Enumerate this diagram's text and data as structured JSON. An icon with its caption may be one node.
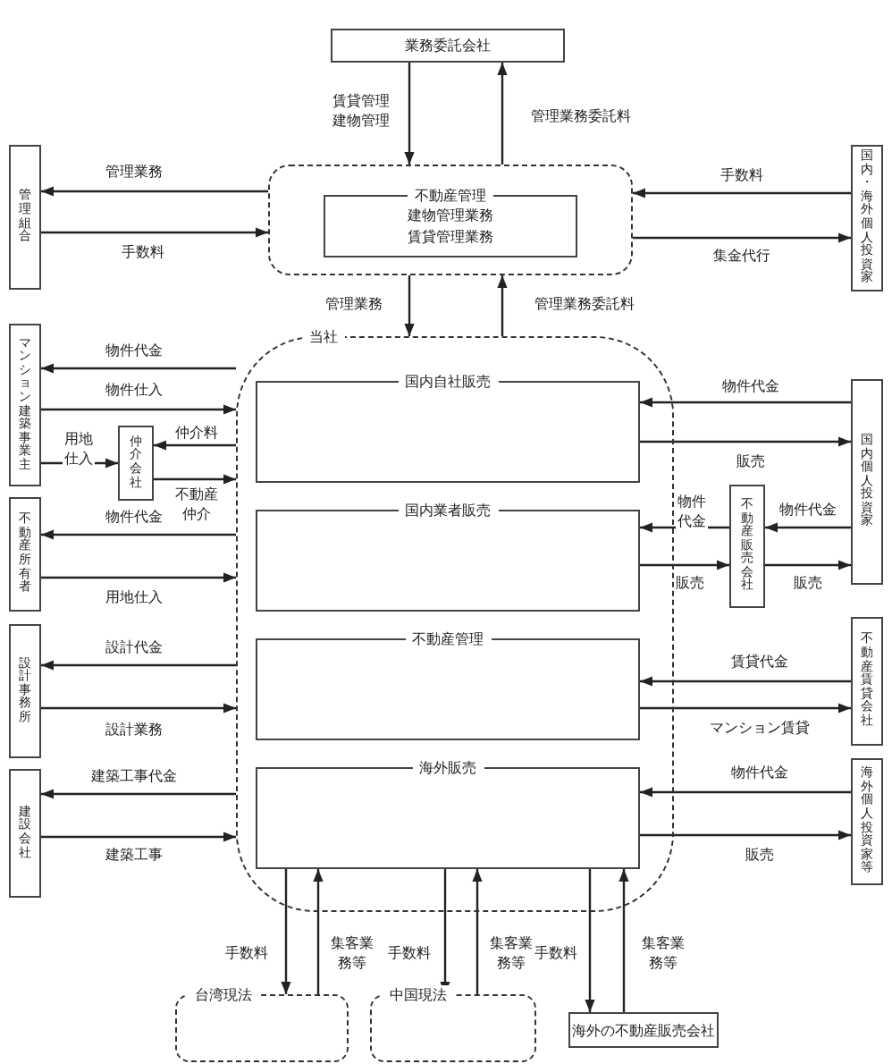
{
  "diagram": {
    "nodes": [
      {
        "text": [
          "業務委託会社"
        ]
      },
      {
        "text": [],
        "shape": "box"
      },
      {
        "text": [
          "不動産管理",
          "建物管理業務賃貸管理業務"
        ],
        "in": 1
      },
      {
        "text": [
          "管理組合"
        ]
      },
      {
        "text": [
          "国内・海外個人投資家"
        ]
      },
      {
        "text": [
          "当社"
        ]
      },
      {
        "text": [
          "国内自社販売"
        ],
        "in": 5
      },
      {
        "text": [
          "国内業者販売"
        ],
        "in": 5
      },
      {
        "text": [
          "不動産管理"
        ],
        "in": 5
      },
      {
        "text": [
          "海外販売"
        ],
        "in": 5
      },
      {
        "text": [
          "マンション建築事業主"
        ]
      },
      {
        "text": [
          "仲介会社"
        ]
      },
      {
        "text": [
          "不動産所有者"
        ]
      },
      {
        "text": [
          "設計事務所"
        ]
      },
      {
        "text": [
          "建設会社"
        ]
      },
      {
        "text": [
          "国内個人投資家"
        ]
      },
      {
        "text": [
          "不動産販売会社"
        ]
      },
      {
        "text": [
          "不動産賃貸会社"
        ]
      },
      {
        "text": [
          "海外個人投資家等"
        ]
      },
      {
        "text": [
          "台湾現法"
        ]
      },
      {
        "text": [
          "中国現法"
        ]
      },
      {
        "text": [
          "海外の不動産販売会社"
        ]
      }
    ],
    "edges": [
      {
        "from": 0,
        "to": 1,
        "arrow": "to",
        "label": "賃貸管理建物管理"
      },
      {
        "from": 1,
        "to": 0,
        "arrow": "to",
        "label": "管理業務委託料"
      },
      {
        "from": 1,
        "to": 3,
        "arrow": "to",
        "label": "管理業務"
      },
      {
        "from": 3,
        "to": 1,
        "arrow": "to",
        "label": "手数料"
      },
      {
        "from": 4,
        "to": 1,
        "arrow": "to",
        "label": "手数料"
      },
      {
        "from": 1,
        "to": 4,
        "arrow": "to",
        "label": "集金代行"
      },
      {
        "from": 1,
        "to": 5,
        "arrow": "to",
        "label": "管理業務"
      },
      {
        "from": 5,
        "to": 1,
        "arrow": "to",
        "label": "管理業務委託料"
      },
      {
        "from": 5,
        "to": 10,
        "arrow": "to",
        "label": "物件代金"
      },
      {
        "from": 10,
        "to": 5,
        "arrow": "to",
        "label": "物件仕入"
      },
      {
        "from": 10,
        "to": 11,
        "arrow": "to",
        "label": "用地仕入"
      },
      {
        "from": 5,
        "to": 11,
        "arrow": "to",
        "label": "仲介料"
      },
      {
        "from": 11,
        "to": 5,
        "arrow": "to",
        "label": "不動産仲介"
      },
      {
        "from": 5,
        "to": 12,
        "arrow": "to",
        "label": "物件代金"
      },
      {
        "from": 12,
        "to": 5,
        "arrow": "to",
        "label": "用地仕入"
      },
      {
        "from": 5,
        "to": 13,
        "arrow": "to",
        "label": "設計代金"
      },
      {
        "from": 13,
        "to": 5,
        "arrow": "to",
        "label": "設計業務"
      },
      {
        "from": 5,
        "to": 14,
        "arrow": "to",
        "label": "建築工事代金"
      },
      {
        "from": 14,
        "to": 5,
        "arrow": "to",
        "label": "建築工事"
      },
      {
        "from": 15,
        "to": 6,
        "arrow": "to",
        "label": "物件代金"
      },
      {
        "from": 6,
        "to": 15,
        "arrow": "to",
        "label": "販売"
      },
      {
        "from": 16,
        "to": 7,
        "arrow": "to",
        "label": "物件代金"
      },
      {
        "from": 7,
        "to": 16,
        "arrow": "to",
        "label": "販売"
      },
      {
        "from": 15,
        "to": 16,
        "arrow": "to",
        "label": "物件代金"
      },
      {
        "from": 16,
        "to": 15,
        "arrow": "to",
        "label": "販売"
      },
      {
        "from": 17,
        "to": 8,
        "arrow": "to",
        "label": "賃貸代金"
      },
      {
        "from": 8,
        "to": 17,
        "arrow": "to",
        "label": "マンション賃貸"
      },
      {
        "from": 18,
        "to": 9,
        "arrow": "to",
        "label": "物件代金"
      },
      {
        "from": 9,
        "to": 18,
        "arrow": "to",
        "label": "販売"
      },
      {
        "from": 9,
        "to": 19,
        "arrow": "to",
        "label": "手数料"
      },
      {
        "from": 19,
        "to": 9,
        "arrow": "to",
        "label": "集客業務等"
      },
      {
        "from": 9,
        "to": 20,
        "arrow": "to",
        "label": "手数料"
      },
      {
        "from": 20,
        "to": 9,
        "arrow": "to",
        "label": "集客業務等"
      },
      {
        "from": 9,
        "to": 21,
        "arrow": "to",
        "label": "手数料"
      },
      {
        "from": 21,
        "to": 9,
        "arrow": "to",
        "label": "集客業務等"
      }
    ]
  }
}
